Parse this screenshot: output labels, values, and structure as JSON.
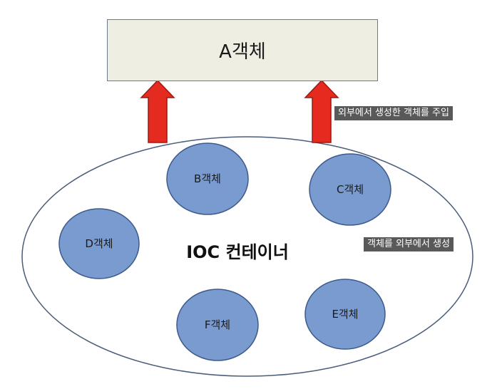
{
  "top_object": {
    "label": "A객체"
  },
  "container": {
    "label": "IOC 컨테이너"
  },
  "objects": [
    {
      "id": "b",
      "label": "B객체"
    },
    {
      "id": "c",
      "label": "C객체"
    },
    {
      "id": "d",
      "label": "D객체"
    },
    {
      "id": "e",
      "label": "E객체"
    },
    {
      "id": "f",
      "label": "F객체"
    }
  ],
  "captions": {
    "inject": "외부에서 생성한 객체를 주입",
    "create": "객체를 외부에서 생성"
  },
  "colors": {
    "object_fill": "#7a9bd0",
    "object_stroke": "#3d5a8a",
    "arrow_fill": "#e52a1f",
    "arrow_stroke": "#9c1a12",
    "container_stroke": "#4a5d7a",
    "box_fill": "#eeeee2"
  }
}
